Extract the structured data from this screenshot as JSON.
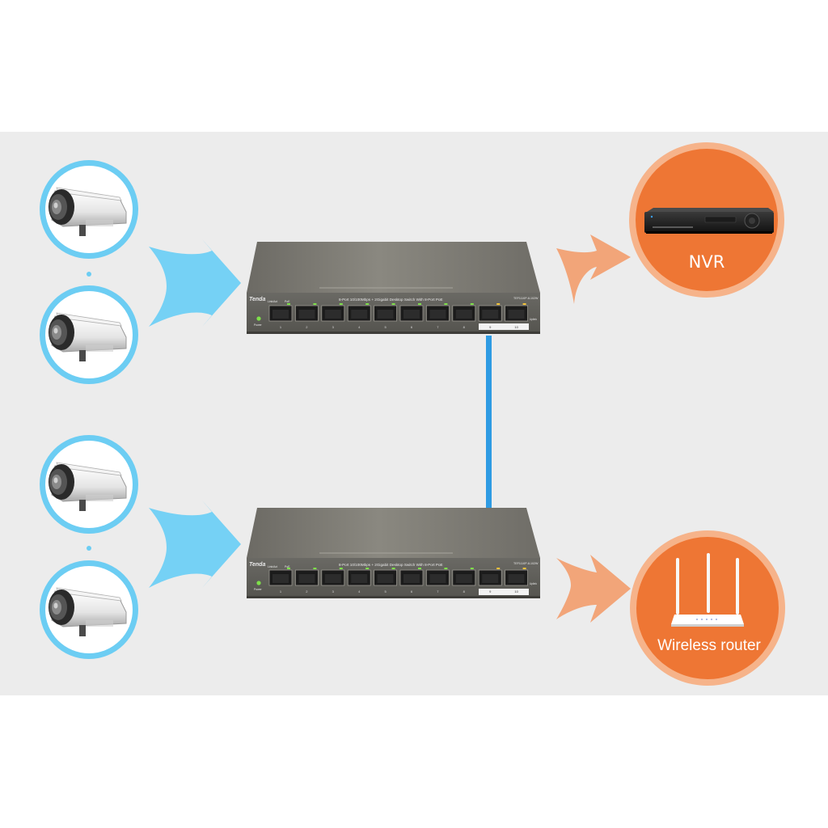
{
  "devices": {
    "nvr": {
      "label": "NVR"
    },
    "router": {
      "label": "Wireless router"
    }
  },
  "switch": {
    "brand": "Tenda",
    "model_title": "8-Port 10/100Mbps + 2Gigabit Desktop Switch With 8-Port PoE",
    "model_number": "TEF1110P-8-102W",
    "link_act_label": "Link/Act",
    "poe_label": "PoE",
    "power_label": "Power",
    "uplink_label": "Uplink",
    "speed_label": "1000M",
    "port_numbers": [
      "1",
      "2",
      "3",
      "4",
      "5",
      "6",
      "7",
      "8",
      "9",
      "10"
    ]
  },
  "colors": {
    "camera_circle": "#6ccdf3",
    "device_circle": "#ee7634",
    "blue_arrow": "#6fd0f5",
    "orange_arrow": "#f2a579",
    "cable": "#2e9be3",
    "switch_body": "#77756f"
  }
}
